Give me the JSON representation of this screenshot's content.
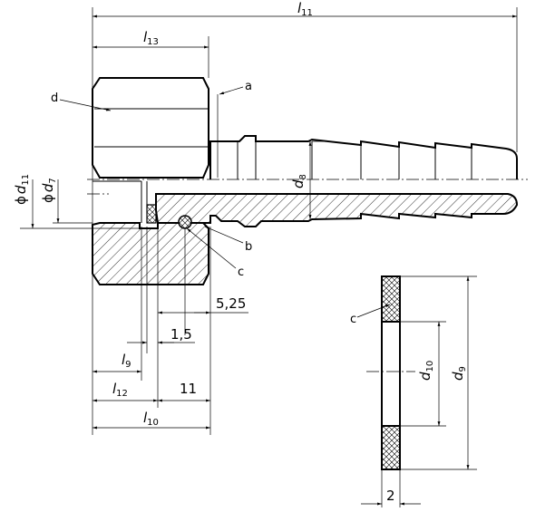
{
  "labels": {
    "l11": {
      "sym": "l",
      "sub": "11"
    },
    "l13": {
      "sym": "l",
      "sub": "13"
    },
    "d": "d",
    "a": "a",
    "b": "b",
    "c_main": "c",
    "c_washer": "c",
    "phi_d11": {
      "phi": "ϕ",
      "sym": "d",
      "sub": "11"
    },
    "phi_d7": {
      "phi": "ϕ",
      "sym": "d",
      "sub": "7"
    },
    "d8": {
      "sym": "d",
      "sub": "8"
    },
    "dim_525": "5,25",
    "dim_15": "1,5",
    "l9": {
      "sym": "l",
      "sub": "9"
    },
    "l12": {
      "sym": "l",
      "sub": "12"
    },
    "dim_11": "11",
    "l10": {
      "sym": "l",
      "sub": "10"
    },
    "d10": {
      "sym": "d",
      "sub": "10"
    },
    "d9": {
      "sym": "d",
      "sub": "9"
    },
    "dim_2": "2"
  }
}
